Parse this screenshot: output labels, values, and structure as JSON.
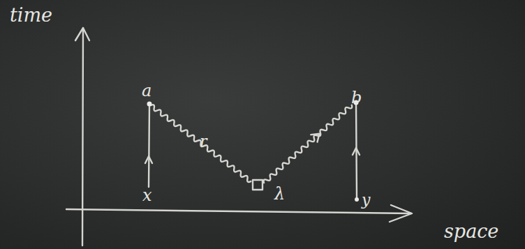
{
  "diagram": {
    "labels": [
      "time",
      "space",
      "a",
      "b",
      "x",
      "y",
      "r",
      "λ"
    ]
  }
}
